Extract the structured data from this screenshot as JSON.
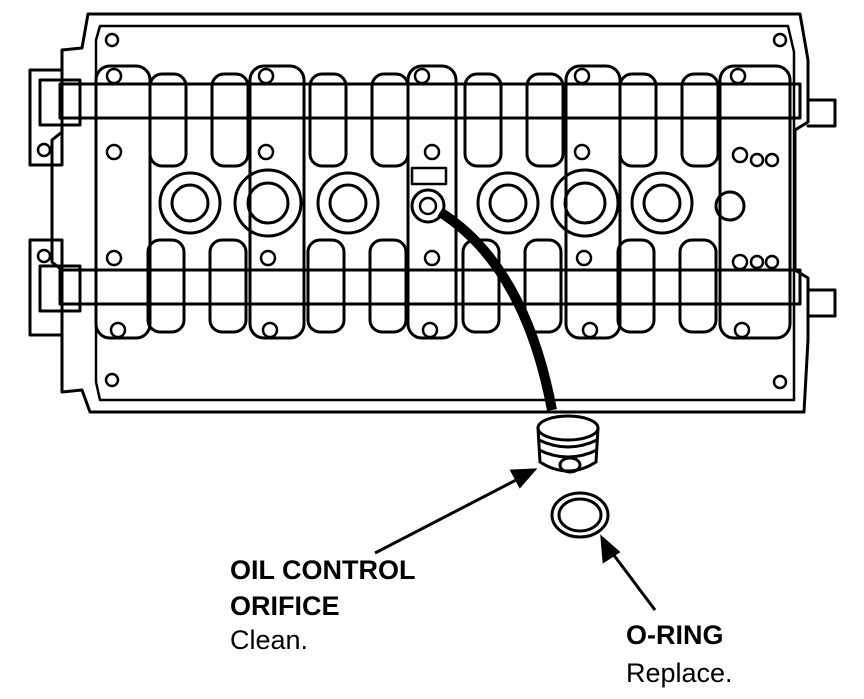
{
  "callouts": {
    "orifice": {
      "title_line1": "OIL CONTROL",
      "title_line2": "ORIFICE",
      "action": "Clean."
    },
    "oring": {
      "title": "O-RING",
      "action": "Replace."
    }
  },
  "colors": {
    "ink": "#000000",
    "paper": "#ffffff"
  }
}
